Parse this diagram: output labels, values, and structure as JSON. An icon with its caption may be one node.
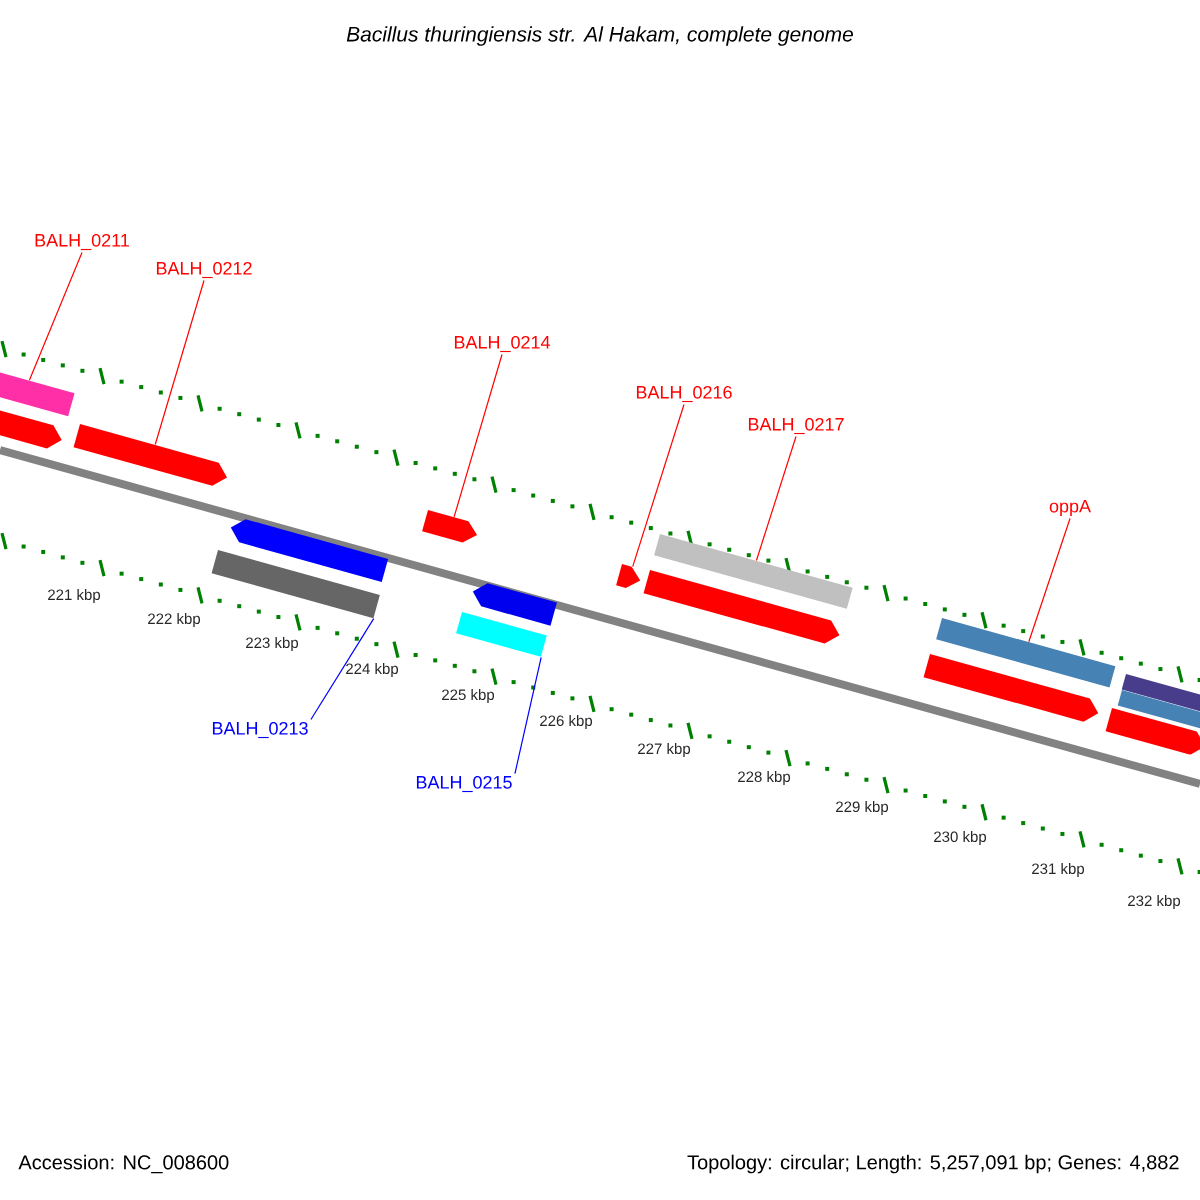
{
  "diagram": {
    "title": "Bacillus thuringiensis str. Al Hakam, complete genome",
    "nodes": [
      {
        "text": [
          "BALH_0211"
        ]
      },
      {
        "text": [
          "BALH_0212"
        ]
      },
      {
        "text": [
          "BALH_0213"
        ]
      },
      {
        "text": [
          "BALH_0214"
        ]
      },
      {
        "text": [
          "BALH_0215"
        ]
      },
      {
        "text": [
          "BALH_0216"
        ]
      },
      {
        "text": [
          "BALH_0217"
        ]
      },
      {
        "text": [
          "oppA"
        ]
      },
      {
        "text": [],
        "shape": "bar"
      },
      {
        "text": [],
        "shape": "arrow"
      },
      {
        "text": [],
        "shape": "arrow"
      },
      {
        "text": [],
        "shape": "arrow"
      },
      {
        "text": [],
        "shape": "bar"
      },
      {
        "text": [],
        "shape": "arrow"
      },
      {
        "text": [],
        "shape": "arrow"
      },
      {
        "text": [],
        "shape": "bar"
      },
      {
        "text": [],
        "shape": "arrow"
      },
      {
        "text": [],
        "shape": "bar"
      },
      {
        "text": [],
        "shape": "arrow"
      },
      {
        "text": [],
        "shape": "bar"
      },
      {
        "text": [],
        "shape": "arrow"
      },
      {
        "text": [],
        "shape": "bar"
      },
      {
        "text": [],
        "shape": "bar"
      },
      {
        "text": [],
        "shape": "arrow"
      }
    ],
    "edges": [
      {
        "from": 0,
        "to": 8,
        "arrow": "none"
      },
      {
        "from": 1,
        "to": 10,
        "arrow": "none"
      },
      {
        "from": 2,
        "to": 12,
        "arrow": "none",
        "color": "#0000ff"
      },
      {
        "from": 3,
        "to": 13,
        "arrow": "none"
      },
      {
        "from": 4,
        "to": 15,
        "arrow": "none",
        "color": "#0000ff"
      },
      {
        "from": 5,
        "to": 16,
        "arrow": "none"
      },
      {
        "from": 6,
        "to": 17,
        "arrow": "none"
      },
      {
        "from": 7,
        "to": 19,
        "arrow": "none"
      }
    ],
    "labels": [
      "221 kbp",
      "222 kbp",
      "223 kbp",
      "224 kbp",
      "225 kbp",
      "226 kbp",
      "227 kbp",
      "228 kbp",
      "229 kbp",
      "230 kbp",
      "231 kbp",
      "232 kbp",
      "Accession: NC_008600",
      "Topology: circular; Length: 5,257,091 bp; Genes: 4,882"
    ]
  }
}
